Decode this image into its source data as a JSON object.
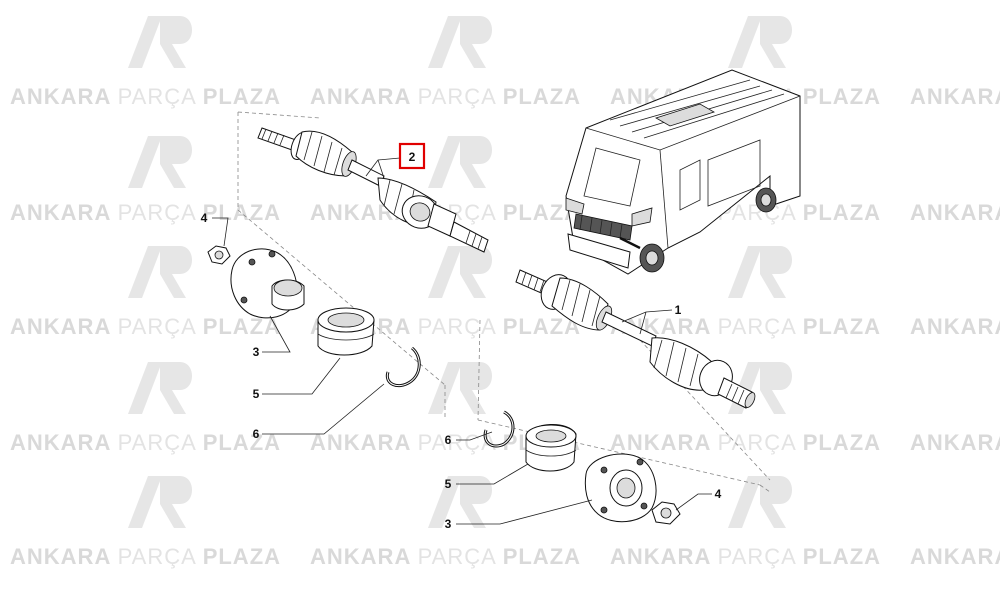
{
  "watermark": {
    "word1": "ANKARA",
    "word2": "PARÇA",
    "word3": "PLAZA",
    "logo_color": "#e6e6e6",
    "text_color": "#d9d9d9"
  },
  "callouts": {
    "left_shaft": "2",
    "right_shaft": "1",
    "left_nut": "4",
    "left_hub": "3",
    "left_bearing": "5",
    "left_ring": "6",
    "right_ring": "6",
    "right_bearing": "5",
    "right_hub": "3",
    "right_nut": "4"
  },
  "highlight_color": "#e00000"
}
